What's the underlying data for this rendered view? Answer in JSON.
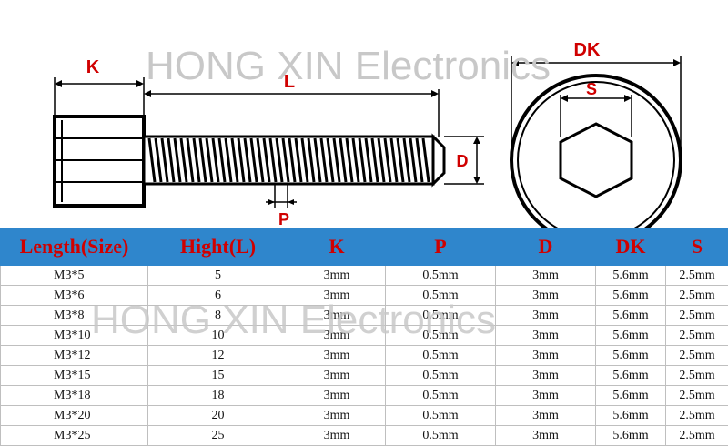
{
  "watermark": "HONG XIN Electronics",
  "diagram": {
    "labels": {
      "k": "K",
      "l": "L",
      "d": "D",
      "p": "P",
      "dk": "DK",
      "s": "S"
    },
    "label_color": "#d00000"
  },
  "table": {
    "header_bg": "#2f86cc",
    "header_color": "#d00000",
    "headers": [
      "Length(Size)",
      "Hight(L)",
      "K",
      "P",
      "D",
      "DK",
      "S"
    ],
    "rows": [
      [
        "M3*5",
        "5",
        "3mm",
        "0.5mm",
        "3mm",
        "5.6mm",
        "2.5mm"
      ],
      [
        "M3*6",
        "6",
        "3mm",
        "0.5mm",
        "3mm",
        "5.6mm",
        "2.5mm"
      ],
      [
        "M3*8",
        "8",
        "3mm",
        "0.5mm",
        "3mm",
        "5.6mm",
        "2.5mm"
      ],
      [
        "M3*10",
        "10",
        "3mm",
        "0.5mm",
        "3mm",
        "5.6mm",
        "2.5mm"
      ],
      [
        "M3*12",
        "12",
        "3mm",
        "0.5mm",
        "3mm",
        "5.6mm",
        "2.5mm"
      ],
      [
        "M3*15",
        "15",
        "3mm",
        "0.5mm",
        "3mm",
        "5.6mm",
        "2.5mm"
      ],
      [
        "M3*18",
        "18",
        "3mm",
        "0.5mm",
        "3mm",
        "5.6mm",
        "2.5mm"
      ],
      [
        "M3*20",
        "20",
        "3mm",
        "0.5mm",
        "3mm",
        "5.6mm",
        "2.5mm"
      ],
      [
        "M3*25",
        "25",
        "3mm",
        "0.5mm",
        "3mm",
        "5.6mm",
        "2.5mm"
      ]
    ]
  }
}
